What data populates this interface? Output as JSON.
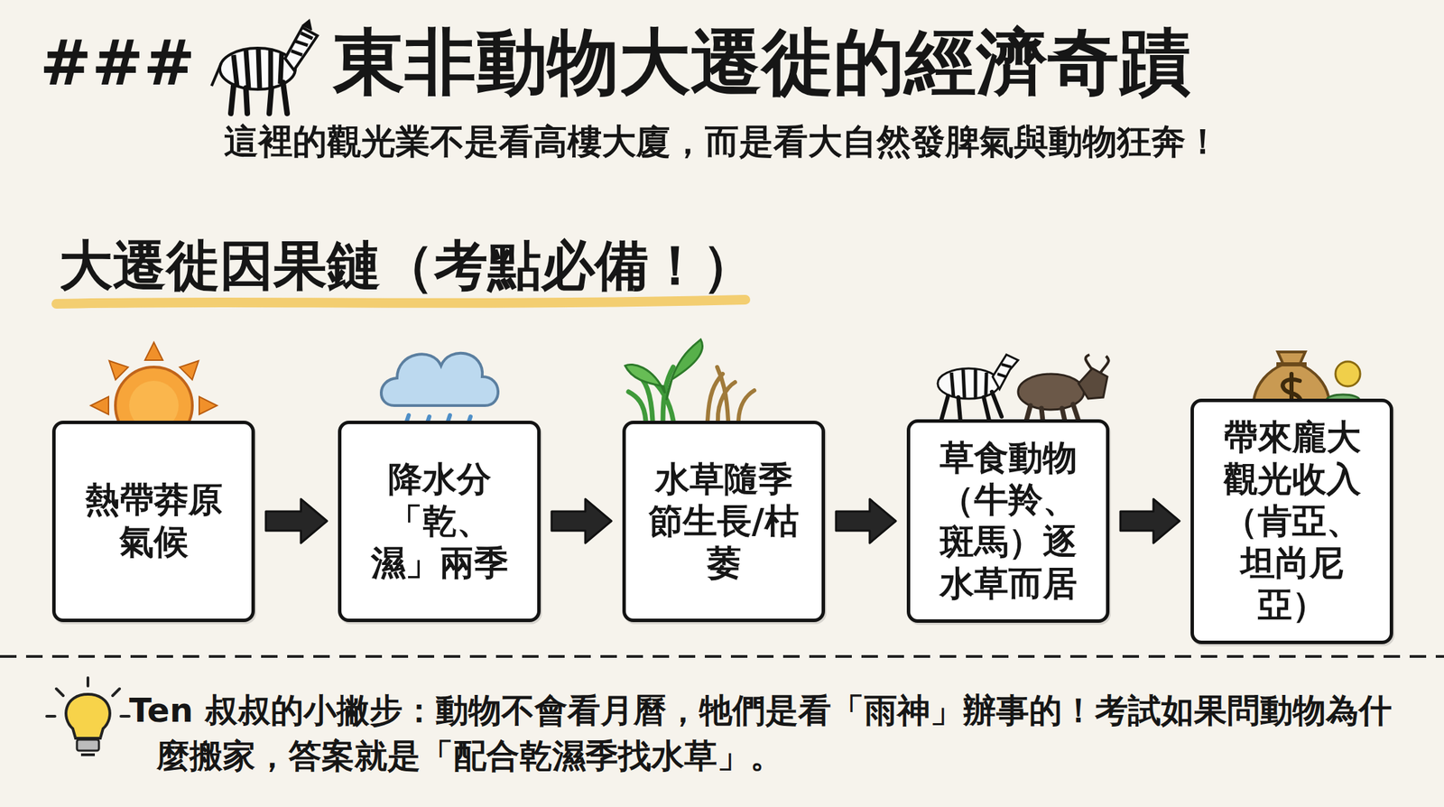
{
  "diagram": {
    "title": "東非動物大遷徙的經濟奇蹟",
    "caption": "這裡的觀光業不是看高樓大廈，而是看大自然發脾氣與動物狂奔！",
    "nodes": [
      {
        "text": [
          "熱帶莽原氣候"
        ]
      },
      {
        "text": [
          "降水分「乾、濕」兩季"
        ]
      },
      {
        "text": [
          "水草隨季節生長/枯萎"
        ]
      },
      {
        "text": [
          "草食動物（牛羚、斑馬）逐水草而居"
        ]
      },
      {
        "text": [
          "帶來龐大觀光收入（肯亞、坦尚尼亞）"
        ]
      }
    ],
    "edges": [
      {
        "from": 0,
        "to": 1,
        "arrow": "to"
      },
      {
        "from": 1,
        "to": 2,
        "arrow": "to"
      },
      {
        "from": 2,
        "to": 3,
        "arrow": "to"
      },
      {
        "from": 3,
        "to": 4,
        "arrow": "to"
      }
    ],
    "labels": [
      "###",
      "大遷徙因果鏈（考點必備！）",
      "Ten 叔叔的小撇步：動物不會看月曆，牠們是看「雨神」辦事的！考試如果問動物為什麼搬家，答案就是「配合乾濕季找水草」。"
    ]
  }
}
